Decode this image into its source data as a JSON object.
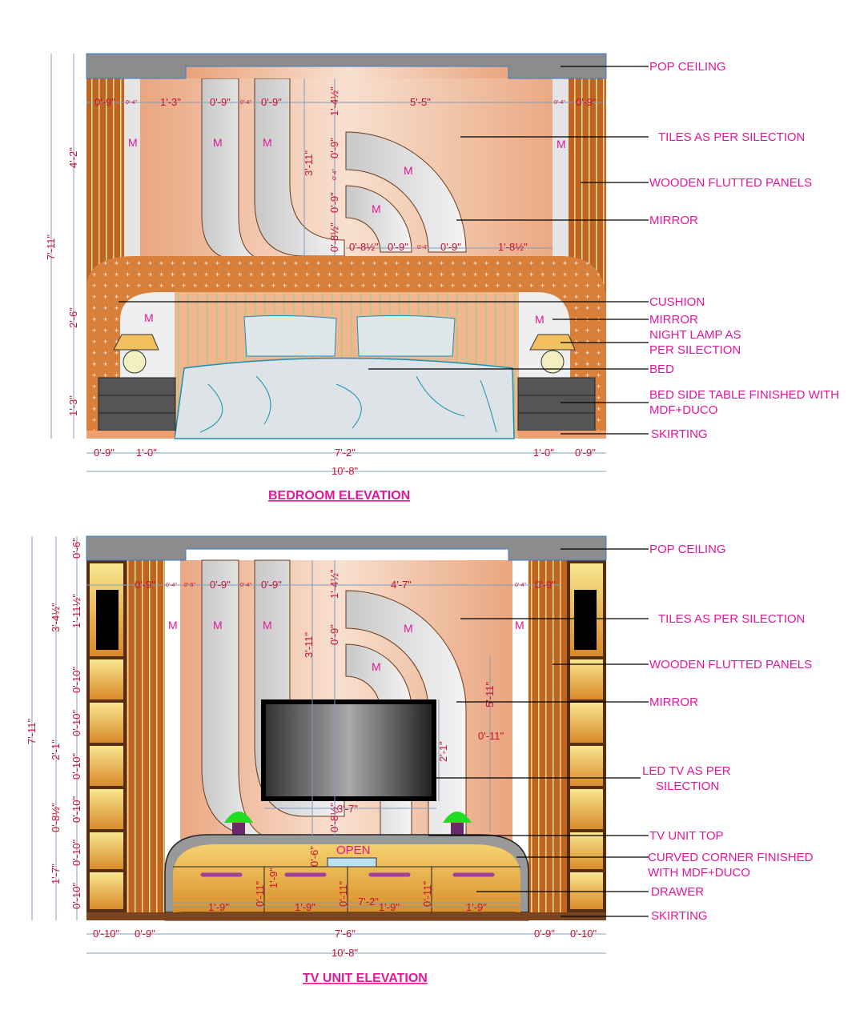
{
  "bedroom": {
    "title": "BEDROOM ELEVATION",
    "labels": [
      "POP CEILING",
      "TILES AS PER SILECTION",
      "WOODEN FLUTTED PANELS",
      "MIRROR",
      "CUSHION",
      "MIRROR",
      "NIGHT LAMP AS",
      "PER SILECTION",
      "BED",
      "BED SIDE TABLE FINISHED WITH",
      "MDF+DUCO",
      "SKIRTING"
    ],
    "top_dims": [
      "0'-9\"",
      "0'-4\"",
      "1'-3\"",
      "0'-9\"",
      "0'-4\"",
      "0'-9\"",
      "5'-5\"",
      "0'-4\"",
      "0'-9\""
    ],
    "inner_dims": [
      "1'-4½\"",
      "0'-9\"",
      "0'-4\"",
      "0'-9\"",
      "0'-8½\"",
      "3'-11\"",
      "0'-8½\"",
      "0'-9\"",
      "0'-4\"",
      "0'-9\"",
      "1'-8½\""
    ],
    "left_dims": [
      "7'-11\"",
      "4'-2\"",
      "2'-6\"",
      "1'-3\""
    ],
    "bottom_dims": [
      "0'-9\"",
      "1'-0\"",
      "7'-2\"",
      "1'-0\"",
      "0'-9\"",
      "10'-8\""
    ],
    "mirror_mark": "M"
  },
  "tv": {
    "title": "TV UNIT ELEVATION",
    "labels": [
      "POP CEILING",
      "TILES AS PER SILECTION",
      "WOODEN FLUTTED PANELS",
      "MIRROR",
      "LED TV AS PER",
      "SILECTION",
      "TV UNIT TOP",
      "CURVED CORNER FINISHED",
      "WITH MDF+DUCO",
      "DRAWER",
      "SKIRTING"
    ],
    "top_dims": [
      "0'-9\"",
      "0'-4\"",
      "0'-6\"",
      "0'-9\"",
      "0'-4\"",
      "0'-9\"",
      "1'-4½\"",
      "4'-7\"",
      "0'-4\"",
      "0'-9\""
    ],
    "inner_dims": [
      "3'-11\"",
      "0'-9\"",
      "0'-8½\"",
      "5'-11\"",
      "0'-11\"",
      "2'-1\"",
      "3'-7\"",
      "0'-6\"",
      "1'-9\"",
      "0'-11\"",
      "0'-11\"",
      "0'-11\"",
      "7'-2\"",
      "1'-9\"",
      "1'-9\"",
      "1'-9\"",
      "1'-9\""
    ],
    "left_dims": [
      "7'-11\"",
      "3'-4½\"",
      "2'-1\"",
      "0'-8½\"",
      "1'-7\"",
      "0'-6\"",
      "1'-11½\"",
      "0'-10\"",
      "0'-10\"",
      "0'-10\"",
      "0'-10\"",
      "0'-10\"",
      "0'-10\""
    ],
    "bottom_dims": [
      "0'-10\"",
      "0'-9\"",
      "7'-6\"",
      "0'-9\"",
      "0'-10\"",
      "10'-8\""
    ],
    "open_label": "OPEN",
    "mirror_mark": "M"
  },
  "colors": {
    "label": "#e0189a",
    "dimension": "#c8102e",
    "ceiling": "#8c8c8c",
    "wood": "#c0651f",
    "tile": "#f2c4a6"
  }
}
